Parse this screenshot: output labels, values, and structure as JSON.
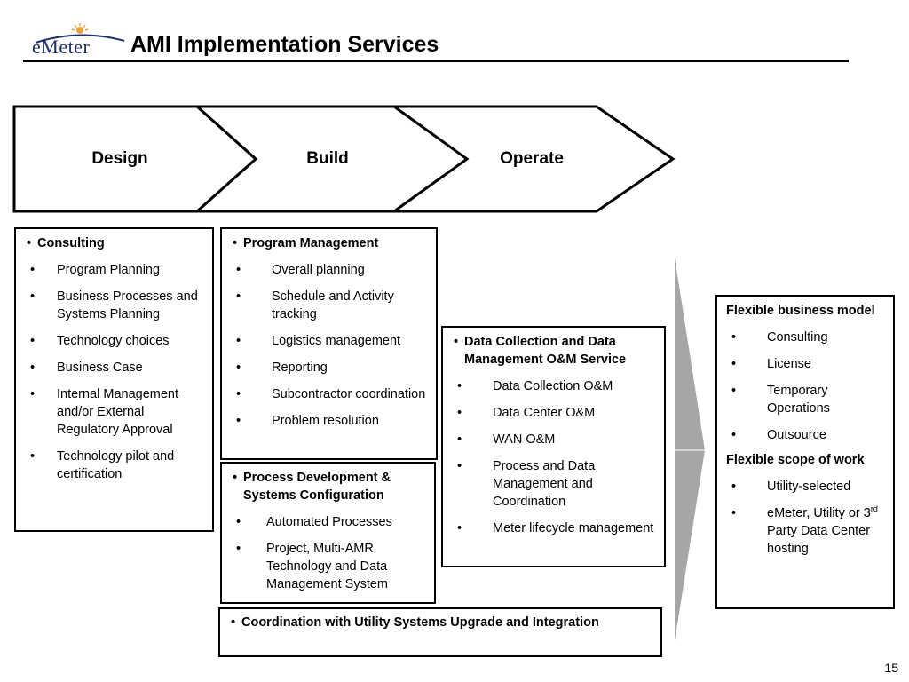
{
  "header": {
    "logo_text": "eMeter",
    "title": "AMI Implementation Services"
  },
  "phases": [
    {
      "label": "Design"
    },
    {
      "label": "Build"
    },
    {
      "label": "Operate"
    }
  ],
  "design_box": {
    "heading": "Consulting",
    "items": [
      "Program Planning",
      "Business Processes and Systems Planning",
      "Technology choices",
      "Business Case",
      "Internal Management and/or External Regulatory Approval",
      "Technology pilot and certification"
    ]
  },
  "build_box_1": {
    "heading": "Program Management",
    "items": [
      "Overall planning",
      "Schedule and Activity tracking",
      "Logistics management",
      "Reporting",
      "Subcontractor coordination",
      "Problem resolution"
    ]
  },
  "build_box_2": {
    "heading": "Process Development & Systems Configuration",
    "items": [
      "Automated Processes",
      "Project, Multi-AMR Technology and Data Management System"
    ]
  },
  "coordination_box": {
    "heading": "Coordination with Utility Systems Upgrade and Integration"
  },
  "operate_box": {
    "heading": "Data Collection and Data Management O&M Service",
    "items": [
      "Data Collection O&M",
      "Data Center O&M",
      "WAN O&M",
      "Process and Data Management and Coordination",
      "Meter lifecycle management"
    ]
  },
  "flexible_box": {
    "model_heading": "Flexible business model",
    "model_items": [
      "Consulting",
      "License",
      "Temporary Operations",
      "Outsource"
    ],
    "scope_heading": "Flexible scope of work",
    "scope_item_1": "Utility-selected",
    "scope_item_2_part1": "eMeter, Utility or 3",
    "scope_item_2_sup": "rd",
    "scope_item_2_part2": " Party Data Center hosting"
  },
  "footer": {
    "page_number": "15"
  }
}
